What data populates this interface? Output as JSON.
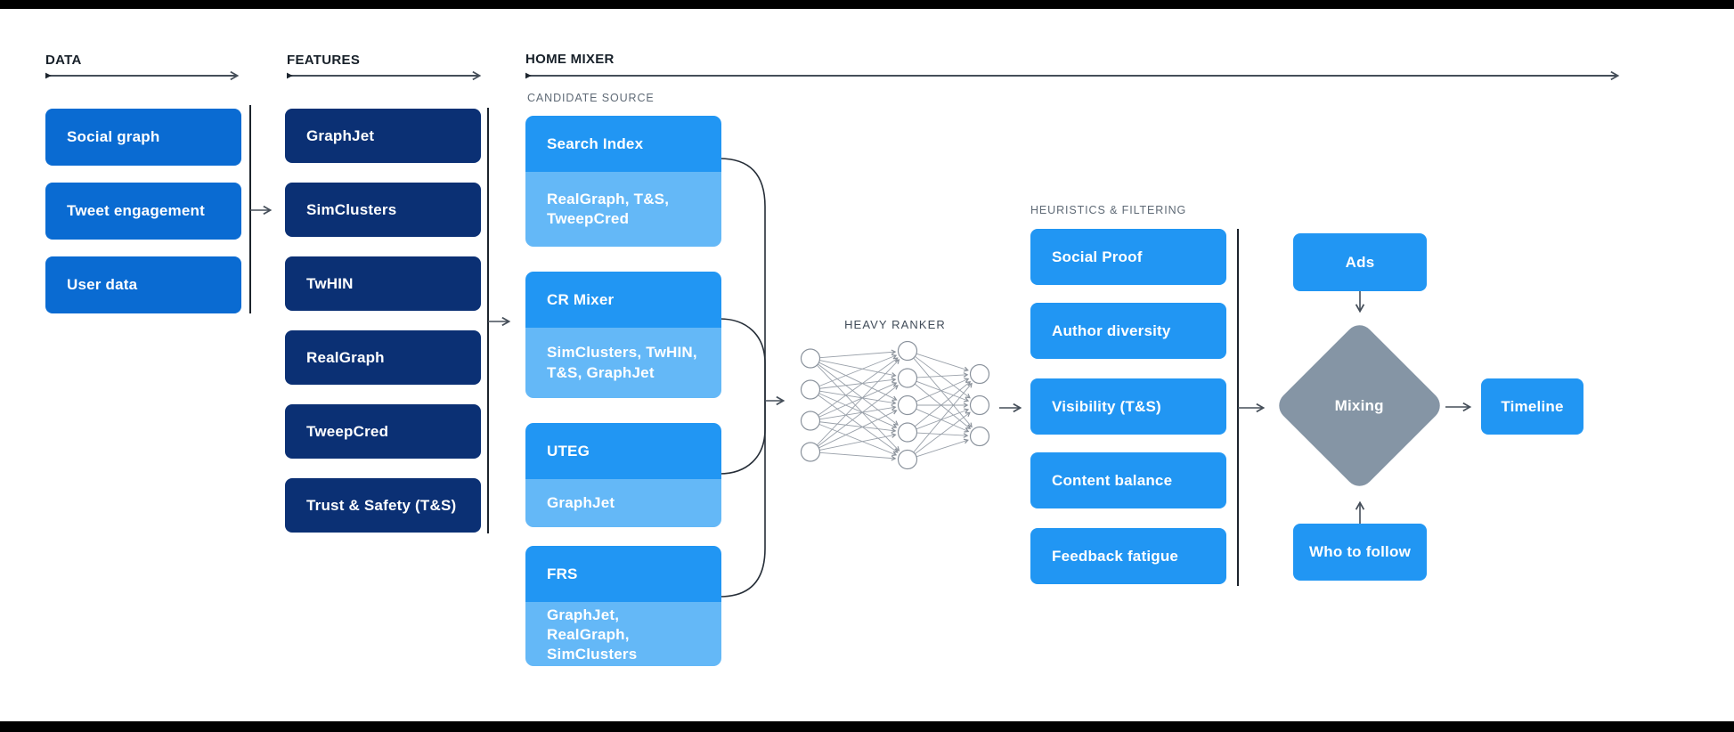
{
  "colors": {
    "frame_bar": "#000000",
    "data_box": "#0a6bd2",
    "feature_box": "#0b3074",
    "candidate_header": "#2196f3",
    "candidate_sub": "#64b8f7",
    "heuristic_box": "#2196f3",
    "mixing_diamond": "#8595a5",
    "section_label": "#172029",
    "sub_label": "#5f6a76"
  },
  "sections": {
    "data": {
      "label": "DATA",
      "items": [
        "Social graph",
        "Tweet engagement",
        "User data"
      ]
    },
    "features": {
      "label": "FEATURES",
      "items": [
        "GraphJet",
        "SimClusters",
        "TwHIN",
        "RealGraph",
        "TweepCred",
        "Trust & Safety (T&S)"
      ]
    },
    "home_mixer": {
      "label": "HOME MIXER",
      "candidate_source": {
        "label": "CANDIDATE SOURCE",
        "cards": [
          {
            "title": "Search Index",
            "sources": "RealGraph, T&S, TweepCred"
          },
          {
            "title": "CR Mixer",
            "sources": "SimClusters, TwHIN, T&S, GraphJet"
          },
          {
            "title": "UTEG",
            "sources": "GraphJet"
          },
          {
            "title": "FRS",
            "sources": "GraphJet, RealGraph, SimClusters"
          }
        ]
      },
      "heavy_ranker": {
        "label": "HEAVY RANKER",
        "layers": [
          4,
          5,
          3
        ]
      },
      "heuristics": {
        "label": "HEURISTICS & FILTERING",
        "items": [
          "Social Proof",
          "Author diversity",
          "Visibility (T&S)",
          "Content balance",
          "Feedback fatigue"
        ]
      },
      "mixing": {
        "label": "Mixing",
        "ads_label": "Ads",
        "who_to_follow_label": "Who to follow",
        "timeline_label": "Timeline"
      }
    }
  }
}
